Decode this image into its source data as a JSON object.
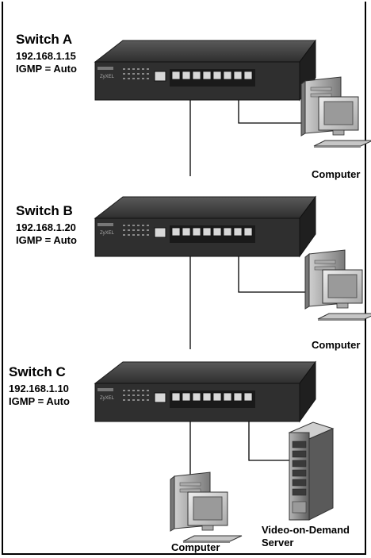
{
  "switches": [
    {
      "name": "Switch A",
      "ip": "192.168.1.15",
      "igmp": "IGMP = Auto",
      "brand": "ZyXEL"
    },
    {
      "name": "Switch B",
      "ip": "192.168.1.20",
      "igmp": "IGMP = Auto",
      "brand": "ZyXEL"
    },
    {
      "name": "Switch C",
      "ip": "192.168.1.10",
      "igmp": "IGMP = Auto",
      "brand": "ZyXEL"
    }
  ],
  "devices": {
    "computer_a_label": "Computer",
    "computer_b_label": "Computer",
    "computer_c_label": "Computer",
    "server_label_line1": "Video-on-Demand",
    "server_label_line2": "Server"
  },
  "icons": {
    "switch": "network-switch-icon",
    "computer": "desktop-computer-icon",
    "server": "tower-server-icon"
  },
  "colors": {
    "switch_body": "#3a3a3a",
    "switch_face": "#2a2a2a",
    "port": "#d8d8d8",
    "line": "#000000",
    "monitor": "#d4d4d4",
    "screen": "#9a9a9a",
    "server": "#8c8c8c"
  }
}
